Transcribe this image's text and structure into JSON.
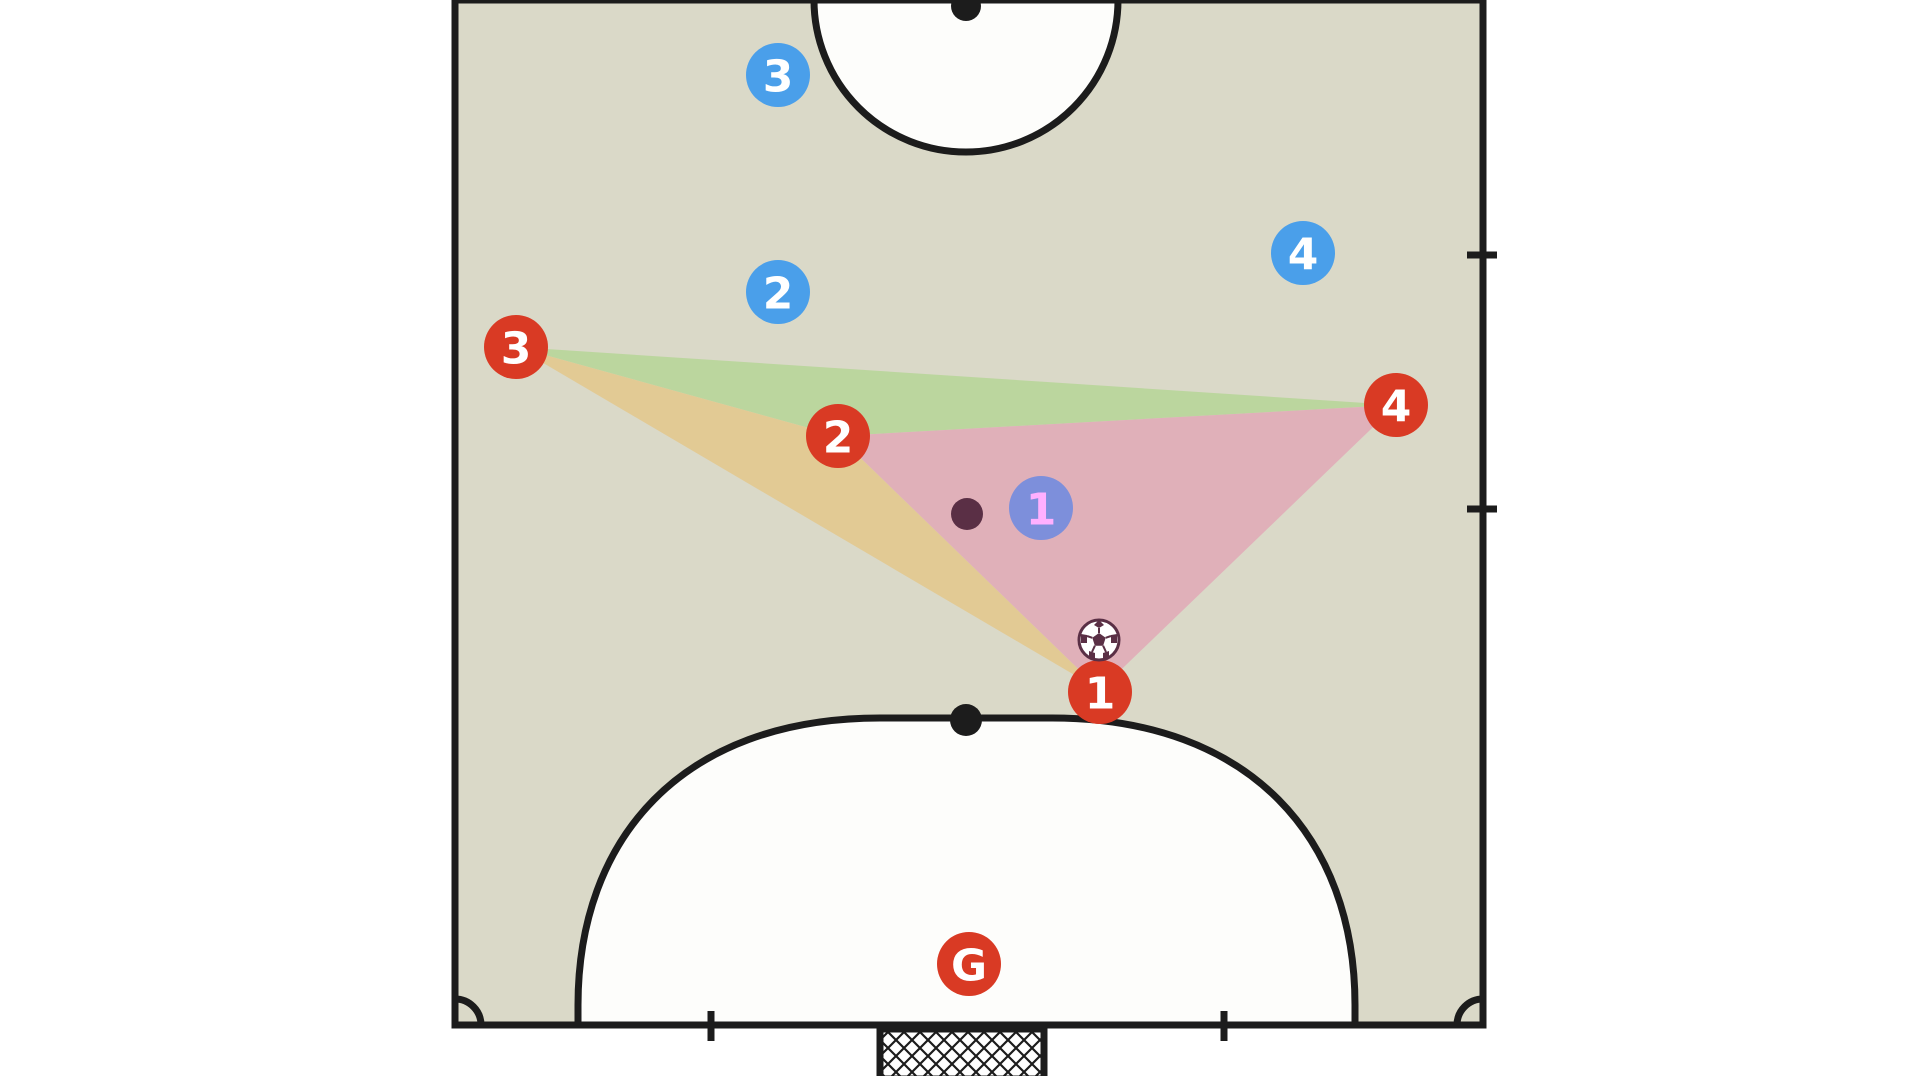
{
  "colors": {
    "court_fill": "#dad9c8",
    "line": "#1c1c1c",
    "area_fill": "#fdfdfb",
    "red_team": "#d93a24",
    "blue_team": "#4a9fea",
    "purple_player": "#7d8fdb",
    "purple_label": "#ffb0ff",
    "dark_marker": "#5a2f45",
    "zone_green": "#b9d69c",
    "zone_orange": "#e3c991",
    "zone_pink": "#e0aeb8"
  },
  "red_players": [
    {
      "id": "red-1",
      "label": "1"
    },
    {
      "id": "red-2",
      "label": "2"
    },
    {
      "id": "red-3",
      "label": "3"
    },
    {
      "id": "red-4",
      "label": "4"
    },
    {
      "id": "red-goalkeeper",
      "label": "G"
    }
  ],
  "blue_players": [
    {
      "id": "blue-2",
      "label": "2"
    },
    {
      "id": "blue-3",
      "label": "3"
    },
    {
      "id": "blue-4",
      "label": "4"
    }
  ],
  "purple_player": {
    "id": "purple-1",
    "label": "1"
  },
  "icons": {
    "ball": "soccer-ball-icon",
    "marker": "marker-dot-icon"
  }
}
